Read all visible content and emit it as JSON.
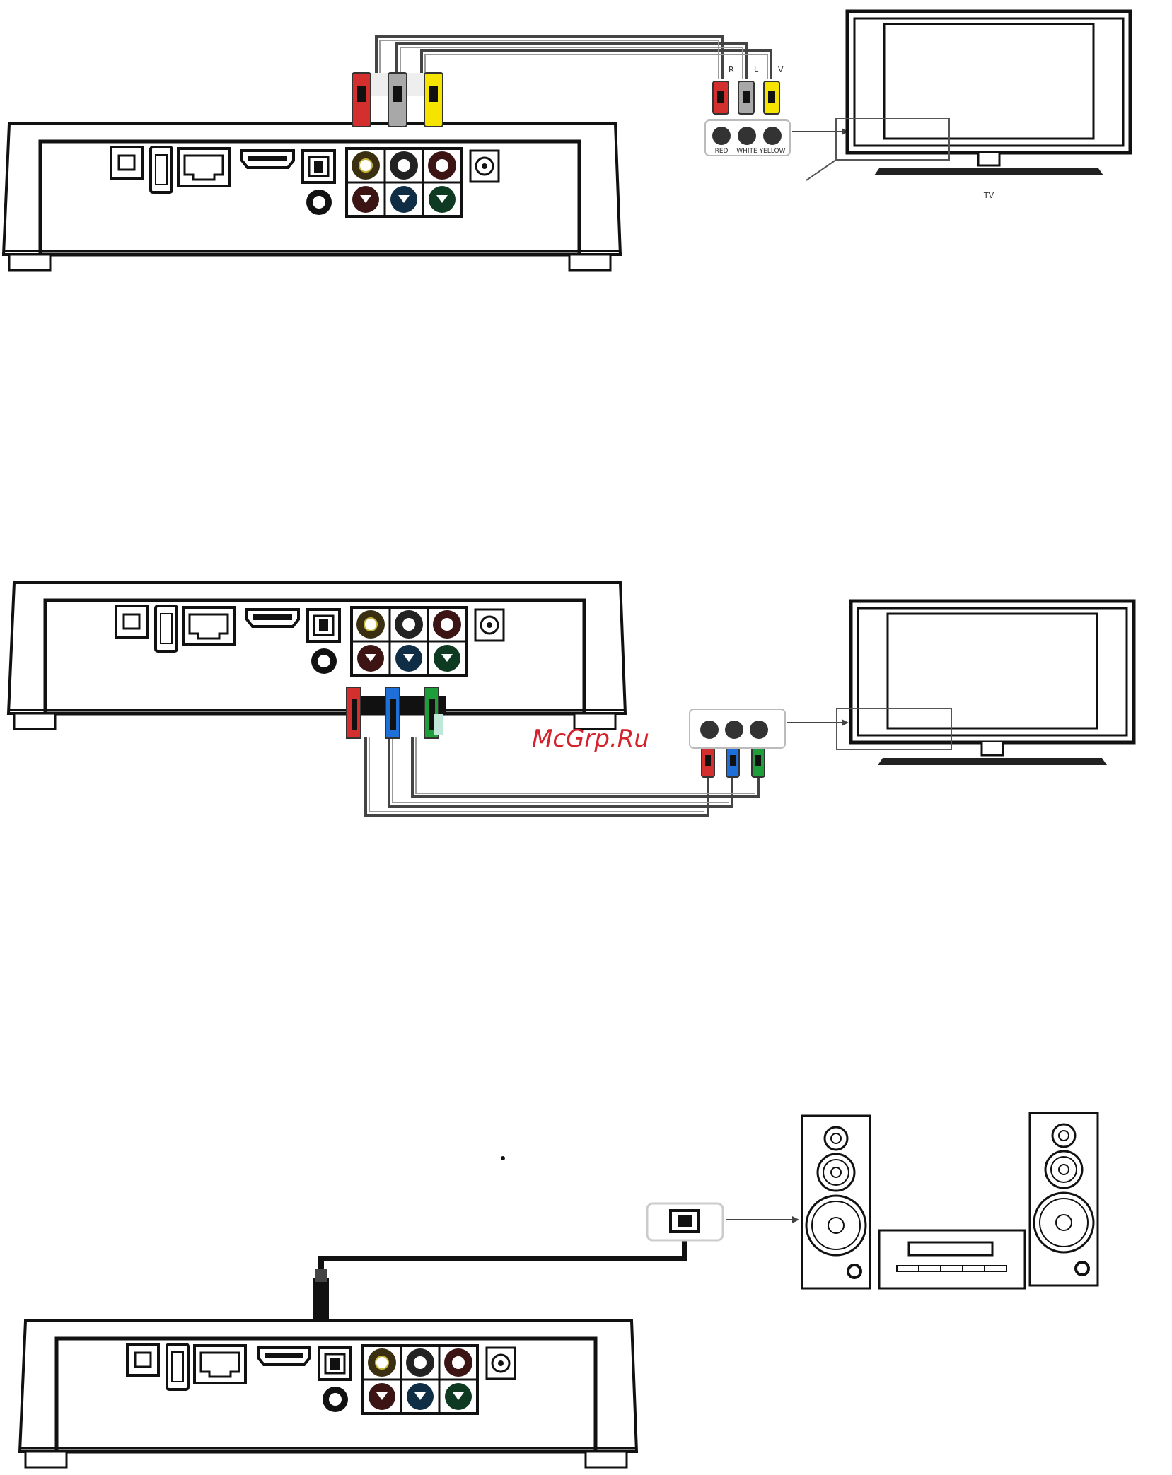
{
  "colors": {
    "outline": "#1a1a1a",
    "cable": "#4a4a4a",
    "red": "#d32f2f",
    "white": "#9e9e9e",
    "yellow": "#f5e400",
    "blue": "#1e6fd8",
    "green": "#1e9e3a",
    "watermark": "#d4212a"
  },
  "diagram1": {
    "plug_labels": [
      "R",
      "L",
      "V"
    ],
    "jack_labels": [
      "RED",
      "WHITE",
      "YELLOW"
    ],
    "tv_label": "TV"
  },
  "watermark": "McGrp.Ru"
}
